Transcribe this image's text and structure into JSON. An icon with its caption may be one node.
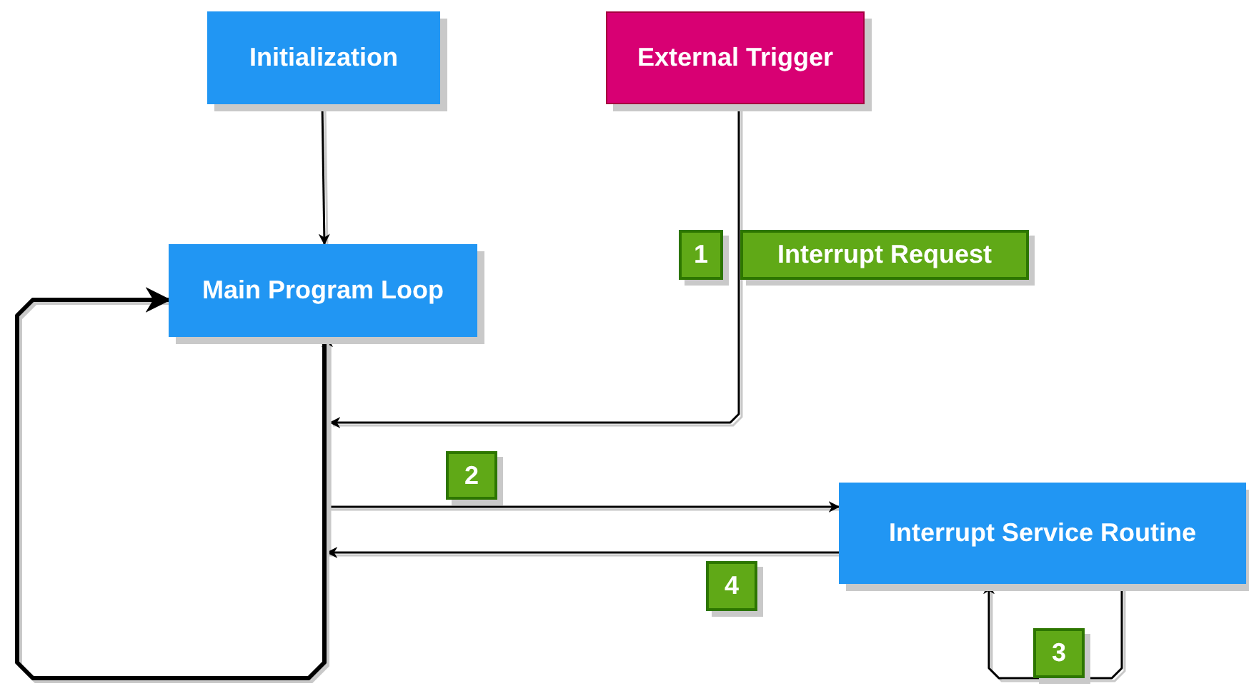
{
  "diagram": {
    "nodes": [
      {
        "text": [
          "Initialization"
        ]
      },
      {
        "text": [
          "External Trigger"
        ]
      },
      {
        "text": [
          "Main Program Loop"
        ]
      },
      {
        "text": [
          "Interrupt Service Routine"
        ]
      },
      {
        "text": [
          "1"
        ]
      },
      {
        "text": [
          "Interrupt Request"
        ]
      },
      {
        "text": [
          "2"
        ]
      },
      {
        "text": [
          "4"
        ]
      },
      {
        "text": [
          "3"
        ]
      }
    ],
    "edges": [
      {
        "from": 0,
        "to": 2,
        "arrow": "to"
      },
      {
        "from": 1,
        "to": 2,
        "arrow": "to"
      },
      {
        "from": 2,
        "to": 3,
        "arrow": "to"
      },
      {
        "from": 3,
        "to": 2,
        "arrow": "to"
      },
      {
        "from": 3,
        "to": 3,
        "arrow": "to"
      },
      {
        "from": 2,
        "to": 2,
        "arrow": "to",
        "style": "thick"
      }
    ]
  }
}
